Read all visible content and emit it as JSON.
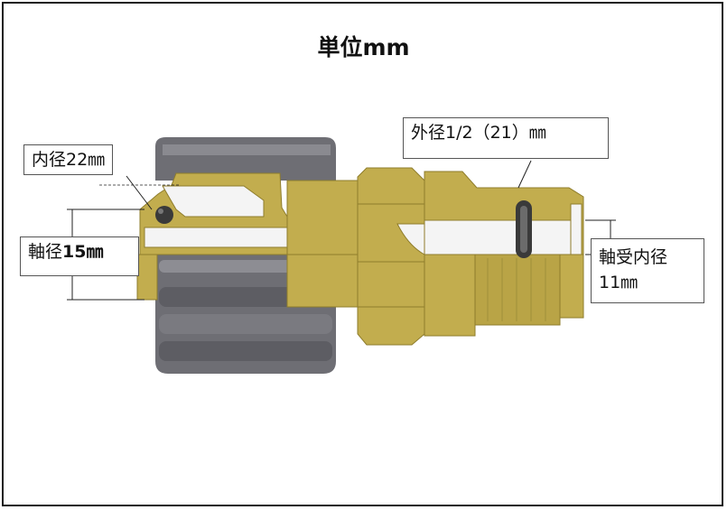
{
  "title": "単位mm",
  "labels": {
    "inner_diameter": "内径22㎜",
    "outer_diameter": "外径1/2（21）㎜",
    "shaft_diameter_prefix": "軸径",
    "shaft_diameter_value": "15㎜",
    "bearing_inner_line1": "軸受内径",
    "bearing_inner_line2": "11㎜"
  },
  "colors": {
    "brass": "#c2ad4e",
    "brass_light": "#d8c779",
    "brass_dark": "#8f7d2c",
    "rubber": "#6e6e74",
    "rubber_light": "#9c9ca2",
    "oring": "#3a3a3a",
    "bore": "#f4f4f4"
  }
}
